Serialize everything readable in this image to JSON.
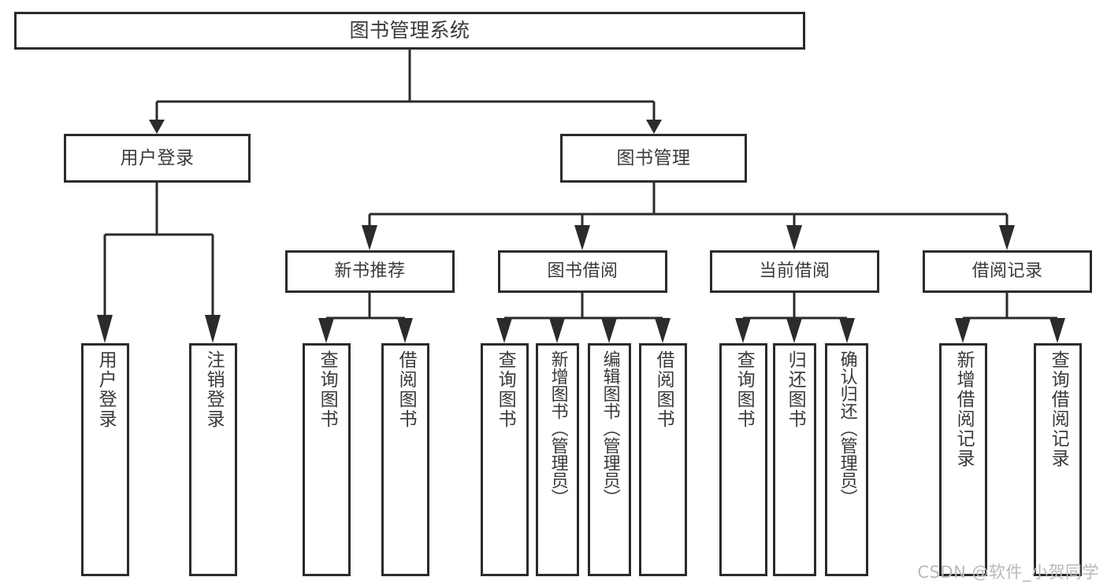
{
  "diagram": {
    "type": "tree",
    "title": "图书管理系统",
    "root": {
      "label": "图书管理系统"
    },
    "level2": [
      {
        "label": "用户登录"
      },
      {
        "label": "图书管理"
      }
    ],
    "level3": [
      {
        "label": "新书推荐"
      },
      {
        "label": "图书借阅"
      },
      {
        "label": "当前借阅"
      },
      {
        "label": "借阅记录"
      }
    ],
    "leaves": {
      "user_login": [
        {
          "label": "用户登录"
        },
        {
          "label": "注销登录"
        }
      ],
      "new_book_recommend": [
        {
          "label": "查询图书"
        },
        {
          "label": "借阅图书"
        }
      ],
      "book_borrow": [
        {
          "label": "查询图书"
        },
        {
          "label": "新增图书（管理员）"
        },
        {
          "label": "编辑图书（管理员）"
        },
        {
          "label": "借阅图书"
        }
      ],
      "current_borrow": [
        {
          "label": "查询图书"
        },
        {
          "label": "归还图书"
        },
        {
          "label": "确认归还（管理员）"
        }
      ],
      "borrow_record": [
        {
          "label": "新增借阅记录"
        },
        {
          "label": "查询借阅记录"
        }
      ]
    }
  },
  "watermark": {
    "text": "CSDN @软件_小贺同学"
  },
  "colors": {
    "border": "#2b2b2b",
    "text": "#3a3a3a",
    "background": "#ffffff",
    "watermark": "#b9b9b9"
  }
}
